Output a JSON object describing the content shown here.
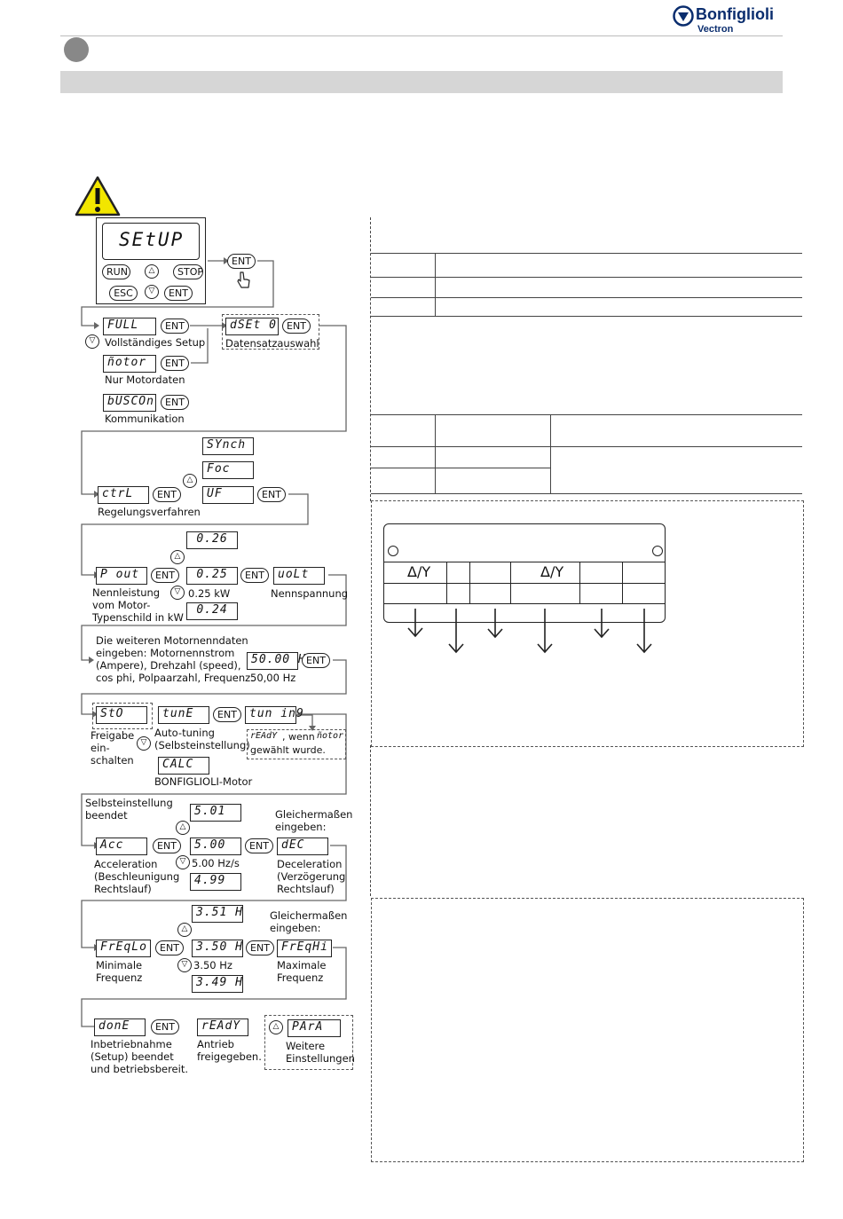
{
  "header": {
    "brand": "Bonfiglioli",
    "sub_brand": "Vectron",
    "brand_color": "#0a2d6e"
  },
  "warning_icon": "warning-triangle-icon",
  "panel": {
    "display": "SEtUP",
    "keys": {
      "run": "RUN",
      "stop": "STOP",
      "esc": "ESC",
      "ent": "ENT",
      "up": "△",
      "down": "▽"
    }
  },
  "ent": "ENT",
  "steps": {
    "full": {
      "lcd": "FULL",
      "label": "Vollständiges Setup"
    },
    "dset": {
      "lcd": "dSEt 0",
      "label": "Datensatzauswahl"
    },
    "motor": {
      "lcd": "ñotor",
      "label": "Nur Motordaten"
    },
    "buscon": {
      "lcd": "bUSCOn",
      "label": "Kommunikation"
    },
    "ctrl": {
      "lcd": "ctrL",
      "label": "Regelungsverfahren",
      "options": [
        "SYnch",
        "Foc",
        "UF"
      ]
    },
    "pout": {
      "lcd": "P out",
      "label": "Nennleistung\nvom Motor-\nTypenschild in kW",
      "values": [
        "0.26",
        "0.25",
        "0.24"
      ],
      "value_label": "0.25 kW",
      "next_lcd": "uoLt",
      "next_label": "Nennspannung"
    },
    "further": {
      "text": "Die weiteren Motornenndaten\neingeben: Motornennstrom\n(Ampere), Drehzahl (speed),\ncos phi, Polpaarzahl, Frequenz.",
      "lcd": "50.00 H",
      "value_label": "50,00 Hz"
    },
    "sto": {
      "lcd": "StO",
      "label": "Freigabe\nein-\nschalten",
      "tune_lcd": "tunE",
      "tune_label": "Auto-tuning\n(Selbsteinstellung)",
      "tuning_lcd": "tun in9",
      "ready_note_a": "rEAdY",
      "ready_note_b": ", wenn",
      "ready_note_c": "ñotor",
      "ready_note_d": "gewählt wurde.",
      "calc_lcd": "CALC",
      "calc_label": "BONFIGLIOLI-Motor"
    },
    "acc": {
      "head": "Selbsteinstellung\nbeendet",
      "lcd": "Acc",
      "values": [
        "5.01",
        "5.00",
        "4.99"
      ],
      "value_label": "5.00 Hz/s",
      "label": "Acceleration\n(Beschleunigung\nRechtslauf)",
      "dec_head": "Gleichermaßen\neingeben:",
      "dec_lcd": "dEC",
      "dec_label": "Deceleration\n(Verzögerung\nRechtslauf)"
    },
    "freq": {
      "lcd": "FrEqLo",
      "values": [
        "3.51 H",
        "3.50 H",
        "3.49 H"
      ],
      "value_label": "3.50 Hz",
      "label": "Minimale\nFrequenz",
      "max_head": "Gleichermaßen\neingeben:",
      "max_lcd": "FrEqHi",
      "max_label": "Maximale\nFrequenz"
    },
    "done": {
      "lcd": "donE",
      "label": "Inbetriebnahme\n(Setup) beendet\nund betriebsbereit.",
      "ready_lcd": "rEAdY",
      "ready_label": "Antrieb\nfreigegeben.",
      "para_lcd": "PArA",
      "para_label": "Weitere\nEinstellungen"
    }
  },
  "nameplate": {
    "delta_y_1": "Δ/Y",
    "delta_y_2": "Δ/Y"
  }
}
